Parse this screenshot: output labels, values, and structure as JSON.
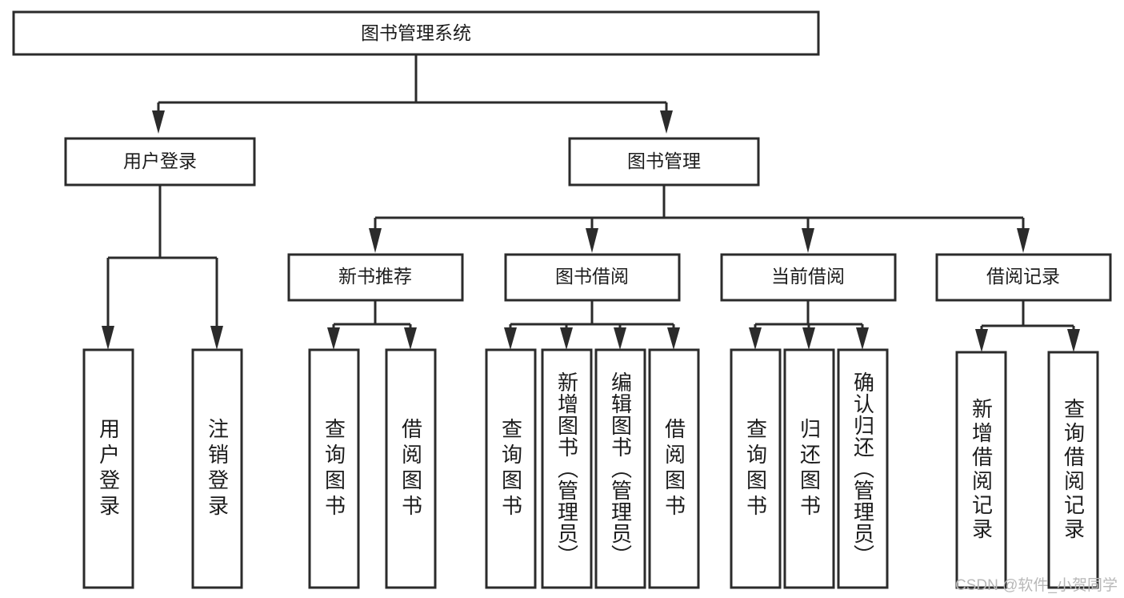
{
  "diagram": {
    "title": "图书管理系统",
    "watermark": "CSDN @软件_小贺同学",
    "colors": {
      "box_stroke": "#2b2b2b",
      "box_fill": "#ffffff",
      "text": "#1c1c1c",
      "background": "#ffffff",
      "watermark": "#b8b8b8"
    },
    "root": {
      "label": "图书管理系统",
      "orientation": "horizontal"
    },
    "level2": [
      {
        "label": "用户登录",
        "orientation": "horizontal"
      },
      {
        "label": "图书管理",
        "orientation": "horizontal"
      }
    ],
    "level3": [
      {
        "label": "新书推荐",
        "orientation": "horizontal"
      },
      {
        "label": "图书借阅",
        "orientation": "horizontal"
      },
      {
        "label": "当前借阅",
        "orientation": "horizontal"
      },
      {
        "label": "借阅记录",
        "orientation": "horizontal"
      }
    ],
    "leaves": {
      "user_login": [
        {
          "label": "用户登录",
          "orientation": "vertical"
        },
        {
          "label": "注销登录",
          "orientation": "vertical"
        }
      ],
      "new_book_recommend": [
        {
          "label": "查询图书",
          "orientation": "vertical"
        },
        {
          "label": "借阅图书",
          "orientation": "vertical"
        }
      ],
      "book_borrow": [
        {
          "label": "查询图书",
          "orientation": "vertical"
        },
        {
          "label": "新增图书（管理员）",
          "orientation": "vertical"
        },
        {
          "label": "编辑图书（管理员）",
          "orientation": "vertical"
        },
        {
          "label": "借阅图书",
          "orientation": "vertical"
        }
      ],
      "current_borrow": [
        {
          "label": "查询图书",
          "orientation": "vertical"
        },
        {
          "label": "归还图书",
          "orientation": "vertical"
        },
        {
          "label": "确认归还（管理员）",
          "orientation": "vertical"
        }
      ],
      "borrow_record": [
        {
          "label": "新增借阅记录",
          "orientation": "vertical"
        },
        {
          "label": "查询借阅记录",
          "orientation": "vertical"
        }
      ]
    }
  }
}
